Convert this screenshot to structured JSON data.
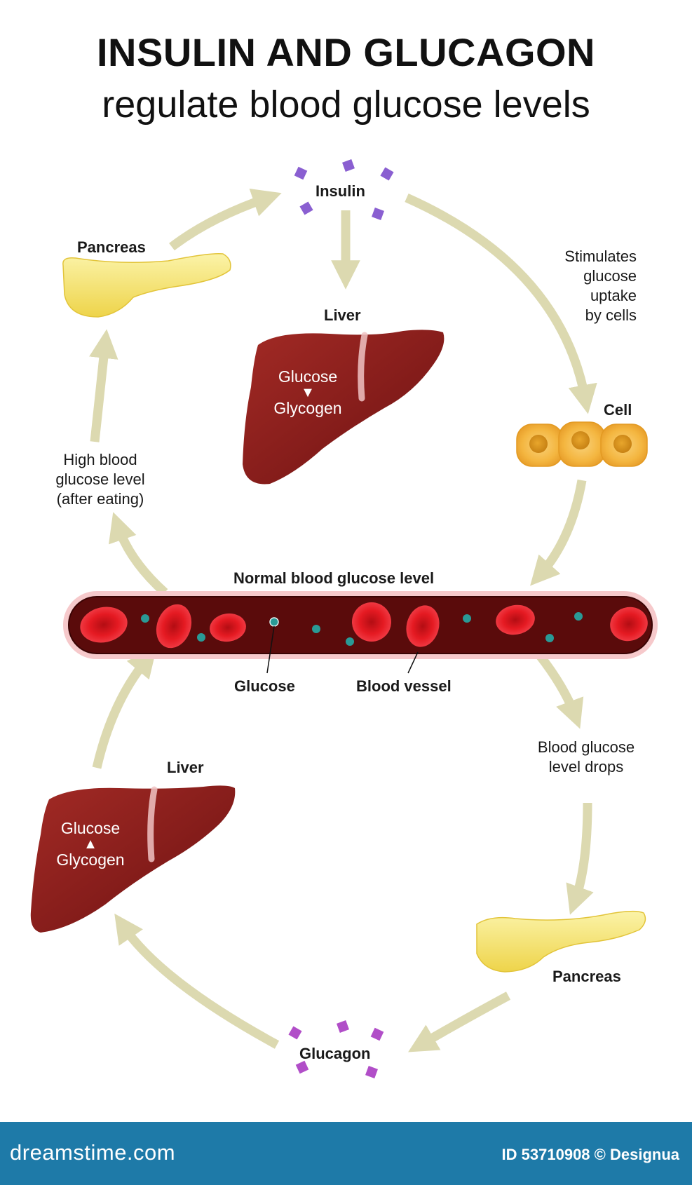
{
  "title": "INSULIN AND GLUCAGON",
  "subtitle": "regulate blood glucose levels",
  "labels": {
    "insulin": "Insulin",
    "pancreas_top": "Pancreas",
    "liver_top": "Liver",
    "stimulates": [
      "Stimulates",
      "glucose",
      "uptake",
      "by cells"
    ],
    "cell": "Cell",
    "high_blood": [
      "High blood",
      "glucose level",
      "(after eating)"
    ],
    "normal": "Normal blood glucose level",
    "glucose_pointer": "Glucose",
    "vessel_pointer": "Blood vessel",
    "drops": [
      "Blood glucose",
      "level drops"
    ],
    "liver_bottom": "Liver",
    "pancreas_bottom": "Pancreas",
    "glucagon": "Glucagon"
  },
  "liver_top_text": {
    "from": "Glucose",
    "to": "Glycogen",
    "arrow": "down"
  },
  "liver_bottom_text": {
    "from": "Glycogen",
    "to": "Glucose",
    "arrow": "up"
  },
  "footer": {
    "brand": "dreamstime.com",
    "id": "ID 53710908 © Designua"
  },
  "colors": {
    "arrow": "#dcd9b0",
    "liver": "#8e1c1c",
    "pancreas": "#f6e46a",
    "cell": "#f4b640",
    "vessel": "#5a0b0b",
    "rbc": "#d8121b",
    "glucose_dot": "#2a9a96",
    "insulin_crystal": "#8a5fd1",
    "glucagon_crystal": "#b14ec8",
    "footer": "#1e7aa8"
  },
  "icons": [
    "pancreas-organ",
    "liver-organ",
    "cell-cluster",
    "blood-vessel",
    "red-blood-cell",
    "glucose-molecule",
    "hormone-crystal"
  ]
}
